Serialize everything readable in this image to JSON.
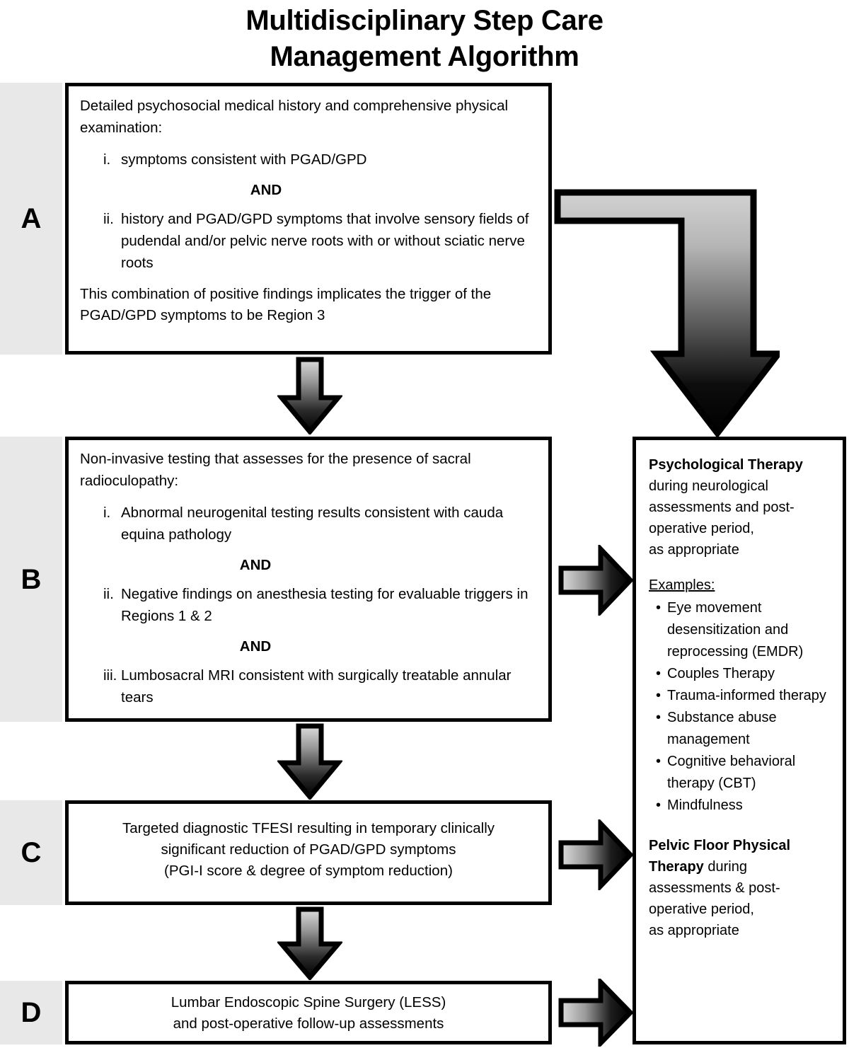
{
  "title": {
    "line1": "Multidisciplinary Step Care",
    "line2": "Management Algorithm"
  },
  "steps": {
    "a": "A",
    "b": "B",
    "c": "C",
    "d": "D"
  },
  "box_a": {
    "heading": "Detailed psychosocial medical history and comprehensive physical examination:",
    "items": [
      {
        "marker": "i.",
        "text": "symptoms consistent with PGAD/GPD"
      },
      {
        "marker": "ii.",
        "text": "history and PGAD/GPD symptoms that involve sensory fields of pudendal and/or pelvic nerve roots with or without sciatic nerve roots"
      }
    ],
    "conjunction": "AND",
    "footer": "This combination of positive findings implicates the trigger of the PGAD/GPD symptoms to be Region 3"
  },
  "box_b": {
    "heading": "Non-invasive testing that assesses for the presence of sacral radioculopathy:",
    "items": [
      {
        "marker": "i.",
        "text": "Abnormal neurogenital testing results consistent with cauda equina pathology"
      },
      {
        "marker": "ii.",
        "text": "Negative findings on anesthesia testing for evaluable triggers in Regions 1 & 2"
      },
      {
        "marker": "iii.",
        "text": "Lumbosacral MRI consistent with surgically treatable annular tears"
      }
    ],
    "conjunction1": "AND",
    "conjunction2": "AND"
  },
  "box_c": {
    "line1": "Targeted diagnostic TFESI resulting in temporary clinically",
    "line2": "significant reduction of PGAD/GPD symptoms",
    "line3": "(PGI-I score & degree of symptom reduction)"
  },
  "box_d": {
    "line1": "Lumbar Endoscopic Spine Surgery (LESS)",
    "line2": "and post-operative follow-up assessments"
  },
  "right_panel": {
    "psych_title": "Psychological Therapy",
    "psych_body": " during neurological assessments and post-operative period,",
    "psych_body2": "as appropriate",
    "examples_label": "Examples:",
    "examples": [
      "Eye movement desensitization and reprocessing (EMDR)",
      "Couples Therapy",
      "Trauma-informed therapy",
      "Substance abuse management",
      "Cognitive behavioral therapy (CBT)",
      "Mindfulness"
    ],
    "bullet_glyph": "•",
    "pfpt_title": "Pelvic Floor Physical Therapy",
    "pfpt_body": " during assessments & post-operative period,",
    "pfpt_body2": "as appropriate"
  },
  "colors": {
    "panel_gray": "#e8e8e8",
    "stroke": "#000000",
    "arrow_light": "#d9d9d9",
    "arrow_dark": "#000000",
    "background": "#ffffff"
  },
  "arrows": {
    "a_to_b": "arrow-down-icon",
    "b_to_c": "arrow-down-icon",
    "c_to_d": "arrow-down-icon",
    "a_to_right_panel": "arrow-elbow-down-icon",
    "b_to_right_panel": "arrow-right-icon",
    "c_to_right_panel": "arrow-right-icon",
    "d_to_right_panel": "arrow-right-icon"
  }
}
